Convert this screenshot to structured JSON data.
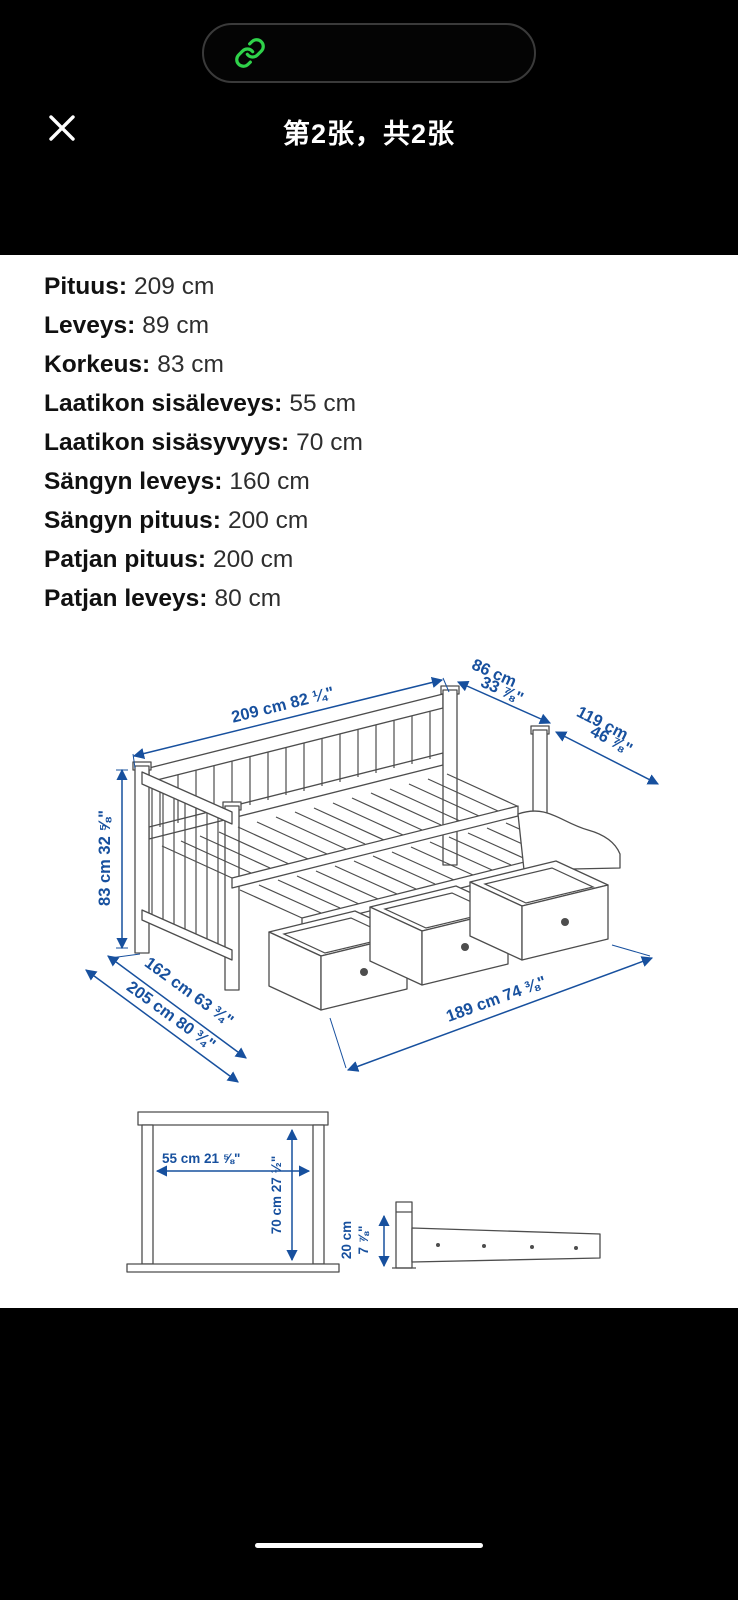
{
  "colors": {
    "dim_blue": "#17509E",
    "link_green": "#2FD24A",
    "card_bg": "#FFFFFF",
    "chrome_bg": "#000000"
  },
  "header": {
    "title": "第2张，共2张"
  },
  "specs": [
    {
      "label": "Pituus:",
      "value": "209 cm"
    },
    {
      "label": "Leveys:",
      "value": "89 cm"
    },
    {
      "label": "Korkeus:",
      "value": "83 cm"
    },
    {
      "label": "Laatikon sisäleveys:",
      "value": "55 cm"
    },
    {
      "label": "Laatikon sisäsyvyys:",
      "value": "70 cm"
    },
    {
      "label": "Sängyn leveys:",
      "value": "160 cm"
    },
    {
      "label": "Sängyn pituus:",
      "value": "200 cm"
    },
    {
      "label": "Patjan pituus:",
      "value": "200 cm"
    },
    {
      "label": "Patjan leveys:",
      "value": "80 cm"
    }
  ],
  "diagram": {
    "dim_length": "209 cm 82 ¼\"",
    "dim_width_cm": "86 cm",
    "dim_width_in": "33 ⅞\"",
    "dim_ext_width_cm": "119 cm",
    "dim_ext_width_in": "46 ⅞\"",
    "dim_height": "83 cm 32 ⅝\"",
    "dim_open_width": "162 cm 63 ¾\"",
    "dim_open_depth": "205 cm 80 ¾\"",
    "dim_drawer_run": "189 cm 74 ⅜\"",
    "dim_drawer_inner_width": "55 cm 21 ⅝\"",
    "dim_drawer_inner_depth": "70 cm 27 ½\"",
    "dim_slat_height_cm": "20 cm",
    "dim_slat_height_in": "7 ⅞\""
  }
}
